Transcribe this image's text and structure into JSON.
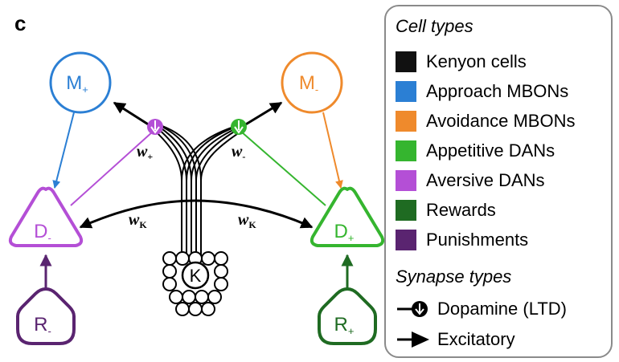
{
  "panel_label": "c",
  "nodes": {
    "m_plus": {
      "main": "M",
      "sub": "+",
      "color": "#2b7fd4"
    },
    "m_minus": {
      "main": "M",
      "sub": "-",
      "color": "#ef8a2c"
    },
    "d_minus": {
      "main": "D",
      "sub": "-",
      "color": "#b44fd6"
    },
    "d_plus": {
      "main": "D",
      "sub": "+",
      "color": "#35b52f"
    },
    "r_minus": {
      "main": "R",
      "sub": "-",
      "color": "#5a2470"
    },
    "r_plus": {
      "main": "R",
      "sub": "+",
      "color": "#1f6b22"
    },
    "kenyon": {
      "main": "K",
      "color": "#111111"
    }
  },
  "weights": {
    "w_plus": {
      "main": "w",
      "sub": "+"
    },
    "w_minus": {
      "main": "w",
      "sub": "-"
    },
    "wk_left": {
      "main": "w",
      "sub": "K"
    },
    "wk_right": {
      "main": "w",
      "sub": "K"
    }
  },
  "legend": {
    "cell_types_title": "Cell types",
    "cell_types": [
      {
        "label": "Kenyon cells",
        "color": "#111111"
      },
      {
        "label": "Approach MBONs",
        "color": "#2b7fd4"
      },
      {
        "label": "Avoidance MBONs",
        "color": "#ef8a2c"
      },
      {
        "label": "Appetitive DANs",
        "color": "#35b52f"
      },
      {
        "label": "Aversive DANs",
        "color": "#b44fd6"
      },
      {
        "label": "Rewards",
        "color": "#1f6b22"
      },
      {
        "label": "Punishments",
        "color": "#5a2470"
      }
    ],
    "synapse_types_title": "Synapse types",
    "synapse_types": [
      {
        "label": "Dopamine (LTD)",
        "icon": "dopamine-synapse-icon"
      },
      {
        "label": "Excitatory",
        "icon": "excitatory-arrow-icon"
      }
    ]
  }
}
